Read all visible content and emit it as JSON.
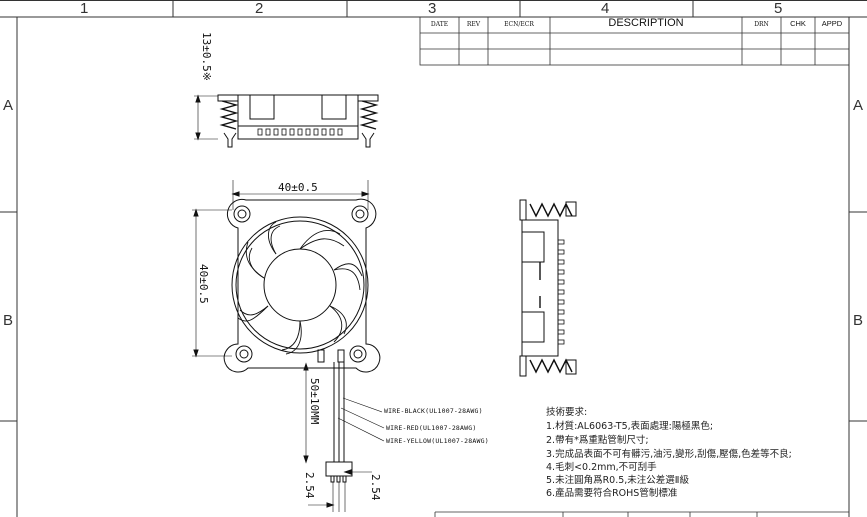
{
  "title_block": {
    "headers": {
      "date": "DATE",
      "rev": "REV",
      "ecn": "ECN/ECR",
      "description": "DESCRIPTION",
      "drn": "DRN",
      "chk": "CHK",
      "appd": "APPD"
    }
  },
  "zones": {
    "col1": "1",
    "col2": "2",
    "col3": "3",
    "col4": "4",
    "col5": "5",
    "rowA": "A",
    "rowB": "B"
  },
  "dimensions": {
    "height": "13±0.5※",
    "width": "40±0.5",
    "depth": "40±0.5",
    "cable": "50±10MM",
    "pin_pitch_left": "2.54",
    "pin_pitch_right": "2.54"
  },
  "wires": {
    "black": "WIRE-BLACK(UL1007-28AWG)",
    "red": "WIRE-RED(UL1007-28AWG)",
    "yellow": "WIRE-YELLOW(UL1007-28AWG)"
  },
  "notes": {
    "heading": "技術要求:",
    "items": [
      "1.材質:AL6063-T5,表面處理:陽極黑色;",
      "2.帶有*爲重點管制尺寸;",
      "3.完成品表面不可有髒污,油污,變形,刮傷,壓傷,色差等不良;",
      "4.毛刺<0.2mm,不可刮手",
      "5.未注圓角爲R0.5,未注公差選Ⅱ級",
      "6.產品需要符合ROHS管制標准"
    ]
  }
}
